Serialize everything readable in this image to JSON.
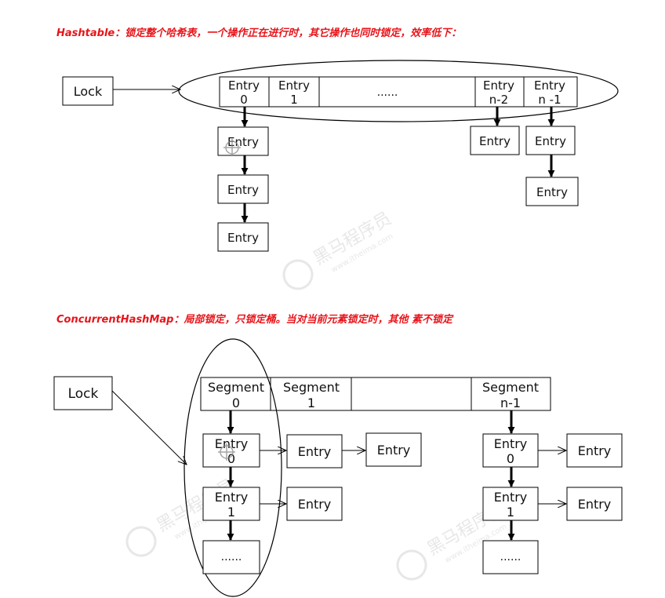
{
  "top": {
    "heading": "Hashtable：锁定整个哈希表，一个操作正在进行时，其它操作也同时锁定，效率低下：",
    "lock_label": "Lock",
    "array_cells": [
      {
        "line1": "Entry",
        "line2": "0"
      },
      {
        "line1": "Entry",
        "line2": "1"
      },
      {
        "line1": "......",
        "line2": ""
      },
      {
        "line1": "Entry",
        "line2": "n-2"
      },
      {
        "line1": "Entry",
        "line2": "n -1"
      }
    ],
    "chain_0": [
      "Entry",
      "Entry",
      "Entry"
    ],
    "chain_n2": [
      "Entry"
    ],
    "chain_n1": [
      "Entry",
      "Entry"
    ]
  },
  "bottom": {
    "heading": "ConcurrentHashMap：局部锁定，只锁定桶。当对当前元素锁定时，其他 素不锁定",
    "lock_label": "Lock",
    "segments": [
      {
        "line1": "Segment",
        "line2": "0"
      },
      {
        "line1": "Segment",
        "line2": "1"
      },
      {
        "line1": "",
        "line2": ""
      },
      {
        "line1": "Segment",
        "line2": "n-1"
      }
    ],
    "seg0_entries": [
      {
        "line1": "Entry",
        "line2": "0"
      },
      {
        "line1": "Entry",
        "line2": "1"
      },
      {
        "line1": "......",
        "line2": ""
      }
    ],
    "seg0_row0_chain": [
      "Entry",
      "Entry"
    ],
    "seg0_row1_chain": [
      "Entry"
    ],
    "segn_entries": [
      {
        "line1": "Entry",
        "line2": "0"
      },
      {
        "line1": "Entry",
        "line2": "1"
      },
      {
        "line1": "......",
        "line2": ""
      }
    ],
    "segn_row0_chain": [
      "Entry"
    ],
    "segn_row1_chain": [
      "Entry"
    ]
  },
  "watermark": {
    "brand_cn": "黑马程序员",
    "brand_url": "www.itheima.com"
  },
  "colors": {
    "heading": "#e8141a",
    "stroke": "#000000",
    "watermark": "#cccccc"
  }
}
